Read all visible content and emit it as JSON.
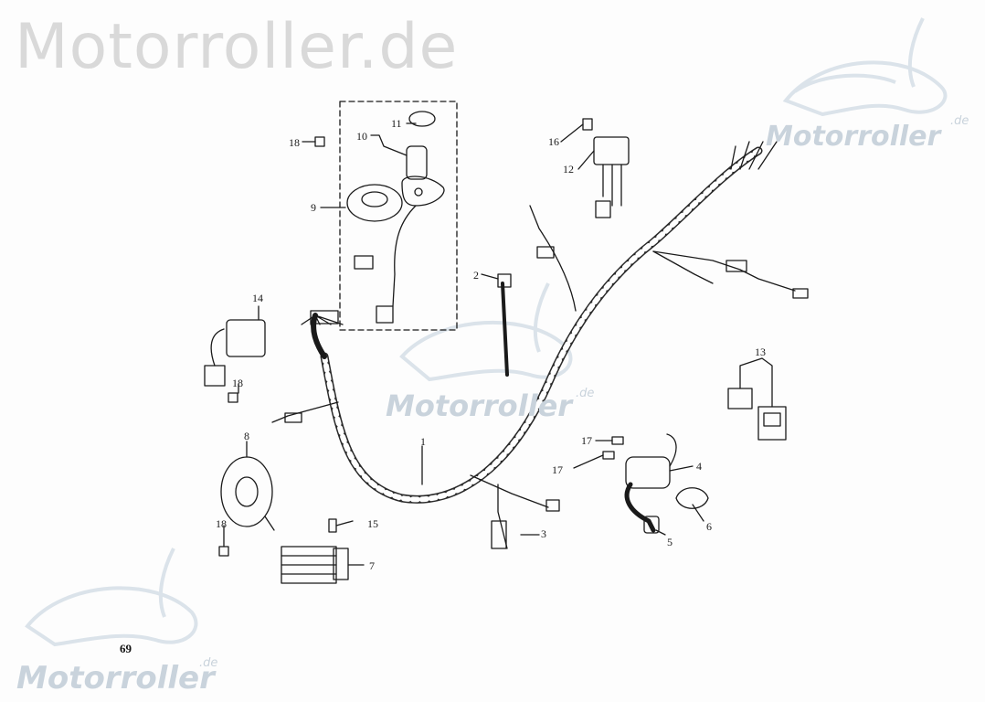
{
  "watermark": {
    "header": "Motorroller.de",
    "brand": "Motorroller",
    "suffix": ".de"
  },
  "page_number": "69",
  "callouts": {
    "c1": "1",
    "c2": "2",
    "c3": "3",
    "c4": "4",
    "c5": "5",
    "c6": "6",
    "c7": "7",
    "c8": "8",
    "c9": "9",
    "c10": "10",
    "c11": "11",
    "c12": "12",
    "c13": "13",
    "c14": "14",
    "c15": "15",
    "c16": "16",
    "c17a": "17",
    "c17b": "17",
    "c18a": "18",
    "c18b": "18",
    "c18c": "18"
  },
  "colors": {
    "ink": "#1a1a1a",
    "watermark": "#c9d3dc",
    "header_watermark": "#d9d9d9"
  }
}
